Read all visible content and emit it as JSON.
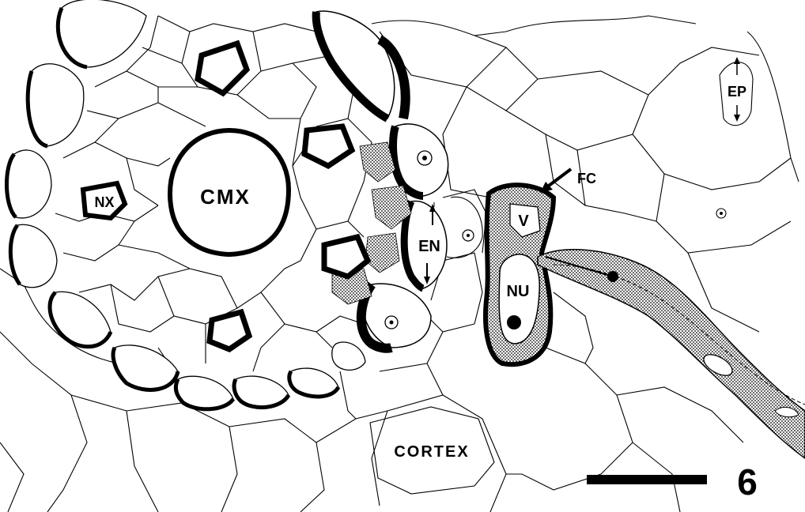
{
  "figure": {
    "number": "6",
    "labels": {
      "cmx": "CMX",
      "nx": "NX",
      "en": "EN",
      "fc": "FC",
      "v": "V",
      "nu": "NU",
      "ep": "EP",
      "cortex": "CORTEX"
    }
  }
}
